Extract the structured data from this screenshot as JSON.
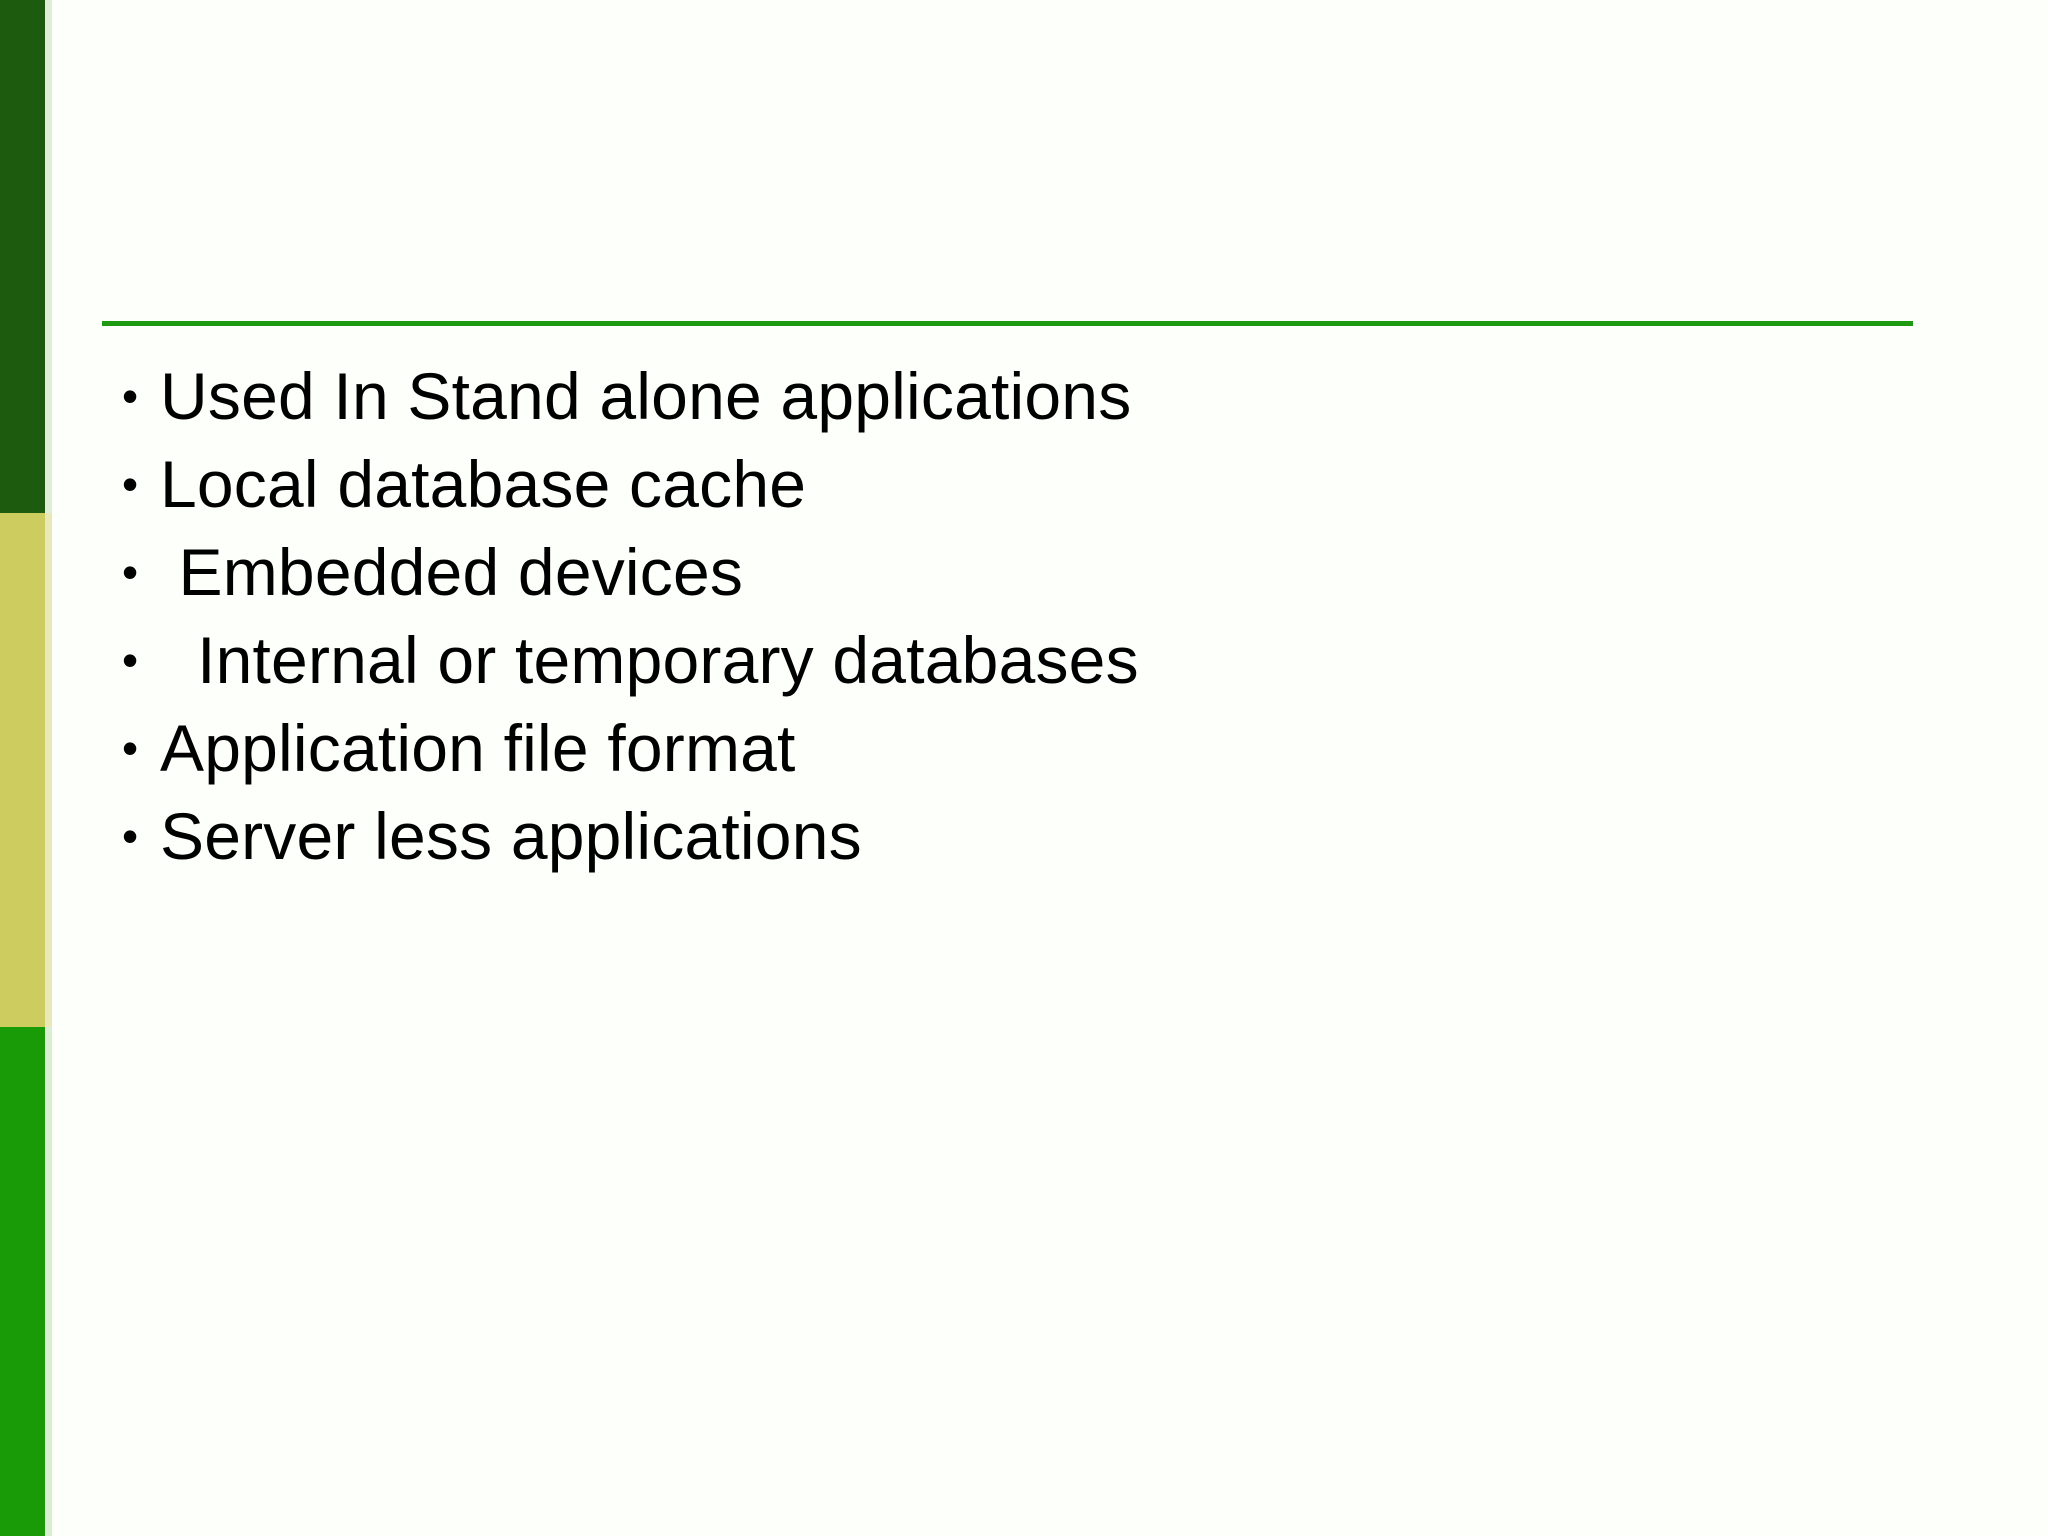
{
  "slide": {
    "title": "",
    "background_color": "#fdfffb",
    "text_color": "#000000",
    "rule_color": "#1d9a12"
  },
  "sidebar": {
    "name": "left-accent-stripe",
    "bands": [
      {
        "name": "dark-green-band",
        "color": "#1d5c0e",
        "edge_color": "#dfeed4"
      },
      {
        "name": "olive-yellow-band",
        "color": "#cdcc5f",
        "edge_color": "#e9e9b8"
      },
      {
        "name": "bright-green-band",
        "color": "#199b08",
        "edge_color": "#d8efd1"
      }
    ]
  },
  "content": {
    "bullet_glyph": "•",
    "items": [
      {
        "text": "Used In Stand alone applications"
      },
      {
        "text": "Local database cache"
      },
      {
        "text": " Embedded devices"
      },
      {
        "text": "  Internal or temporary databases"
      },
      {
        "text": "Application file format"
      },
      {
        "text": "Server less applications"
      }
    ]
  }
}
